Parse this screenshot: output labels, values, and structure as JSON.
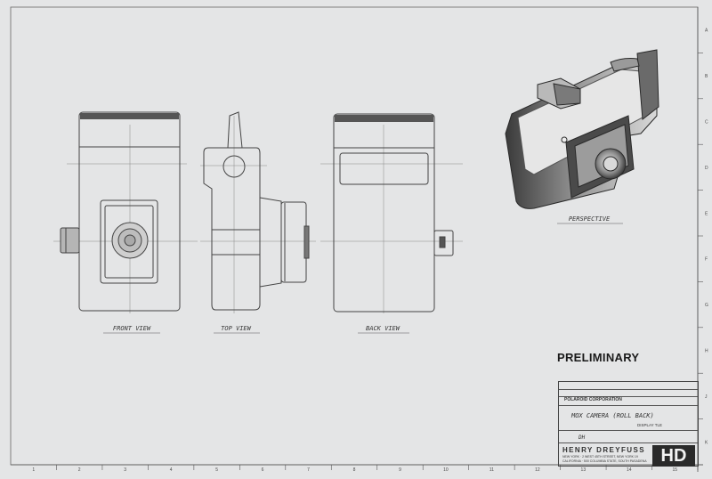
{
  "view_labels": {
    "front": "FRONT VIEW",
    "top": "TOP VIEW",
    "back": "BACK VIEW",
    "perspective": "PERSPECTIVE"
  },
  "stamp": "PRELIMINARY",
  "title_block": {
    "client": "POLAROID CORPORATION",
    "title": "MOX CAMERA (ROLL BACK)",
    "sub": "DISPLAY TLE",
    "drawn_by": "DH",
    "firm": "HENRY DREYFUSS",
    "address1": "NEW YORK · 2 WEST 45TH STREET, NEW YORK 19",
    "address2": "CALIFORNIA · 500 COLUMBIA STATE, SOUTH PASADENA",
    "logo": "HD"
  },
  "border_numbers": [
    "1",
    "2",
    "3",
    "4",
    "5",
    "6",
    "7",
    "8",
    "9",
    "10",
    "11",
    "12",
    "13",
    "14",
    "15"
  ],
  "border_letters": [
    "A",
    "B",
    "C",
    "D",
    "E",
    "F",
    "G",
    "H",
    "J",
    "K"
  ]
}
